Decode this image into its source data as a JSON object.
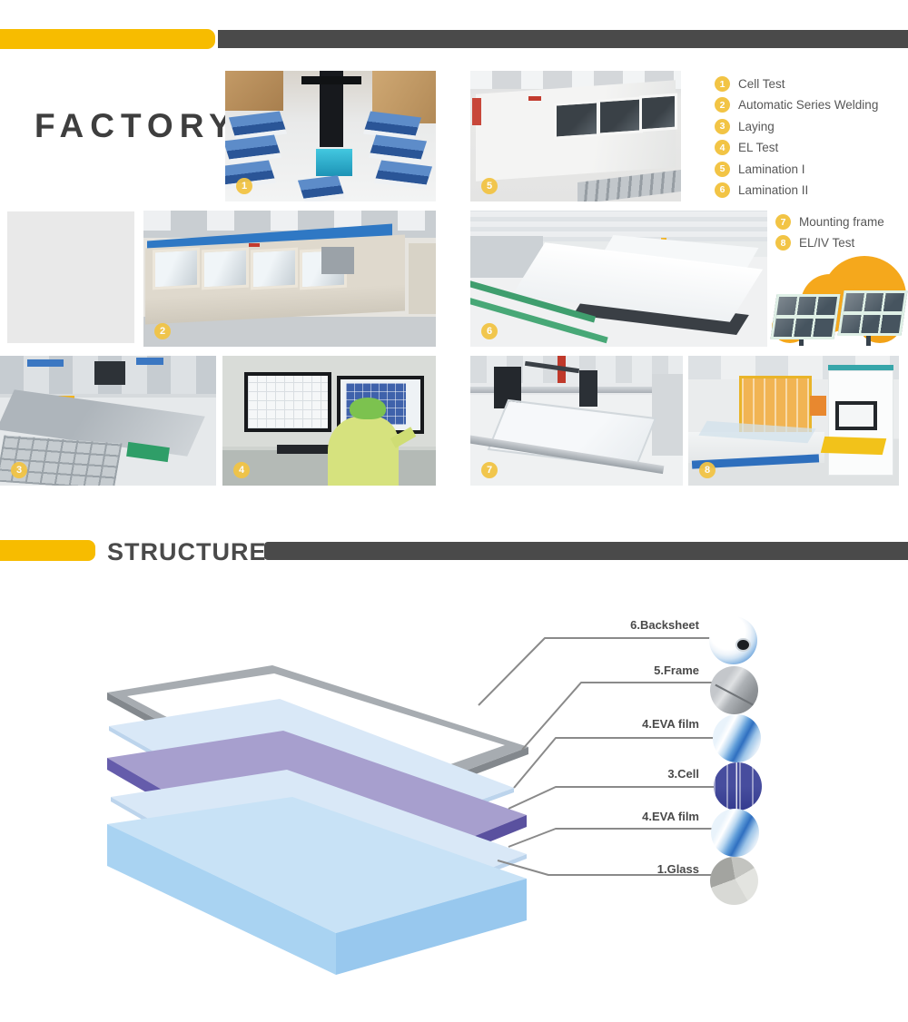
{
  "colors": {
    "yellow": "#F7BC00",
    "dark": "#4A4A4A",
    "badge": "#F2C445",
    "orange": "#F5A81C",
    "line": "#8A8A8A",
    "eva": "#D9E8F7",
    "eva_edge": "#BCD4EC",
    "cell_top": "#A79FCE",
    "cell_side_l": "#655CAB",
    "cell_side_r": "#5A519F",
    "glass_top": "#C8E2F6",
    "glass_left": "#A9D3F2",
    "glass_right": "#98C8EE",
    "frame_gray": "#A7ACB1",
    "frame_dark": "#83888D"
  },
  "factory": {
    "title": "FACTORY"
  },
  "process": {
    "items": [
      {
        "num": "1",
        "label": "Cell  Test"
      },
      {
        "num": "2",
        "label": "Automatic Series Welding"
      },
      {
        "num": "3",
        "label": "Laying"
      },
      {
        "num": "4",
        "label": "EL Test"
      },
      {
        "num": "5",
        "label": "Lamination I"
      },
      {
        "num": "6",
        "label": "Lamination II"
      },
      {
        "num": "7",
        "label": "Mounting frame"
      },
      {
        "num": "8",
        "label": "EL/IV Test"
      }
    ]
  },
  "photos": {
    "cell_test": {
      "badge": "1"
    },
    "lamination_1": {
      "badge": "5"
    },
    "series_welding": {
      "badge": "2"
    },
    "lamination_2": {
      "badge": "6"
    },
    "laying": {
      "badge": "3"
    },
    "el_test": {
      "badge": "4"
    },
    "mounting_frame": {
      "badge": "7"
    },
    "el_iv_test": {
      "badge": "8"
    }
  },
  "structure": {
    "title": "STRUCTURE",
    "labels": [
      {
        "text": "6.Backsheet"
      },
      {
        "text": "5.Frame"
      },
      {
        "text": "4.EVA film"
      },
      {
        "text": "3.Cell"
      },
      {
        "text": "4.EVA film"
      },
      {
        "text": "1.Glass"
      }
    ]
  }
}
